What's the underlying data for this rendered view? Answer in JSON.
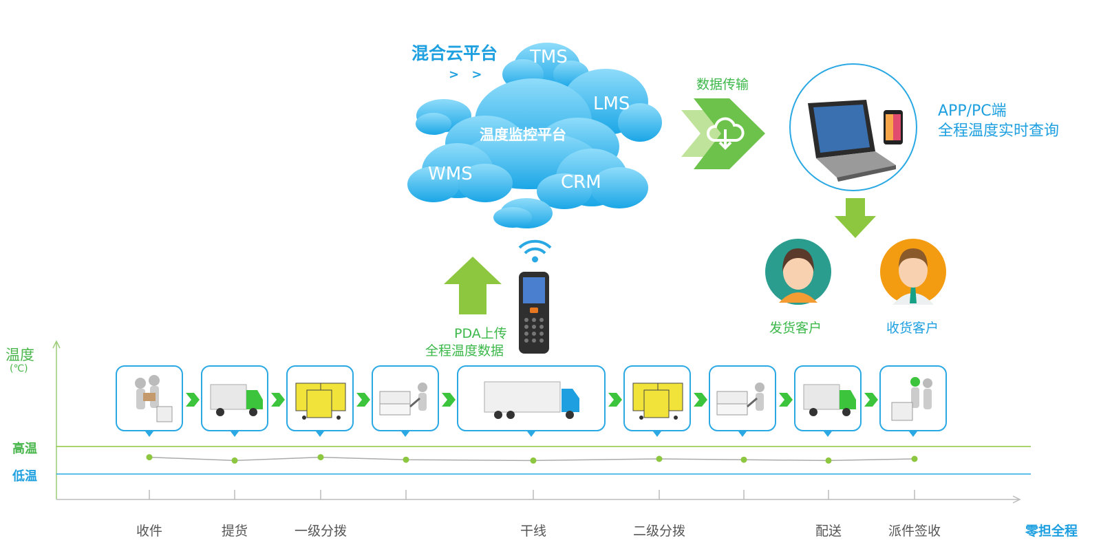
{
  "cloud": {
    "title": "混合云平台",
    "title_arrows": "> >",
    "center": "温度监控平台",
    "systems": [
      "TMS",
      "LMS",
      "WMS",
      "CRM"
    ]
  },
  "transfer": {
    "label": "数据传输"
  },
  "app": {
    "line1": "APP/PC端",
    "line2": "全程温度实时查询"
  },
  "customers": {
    "sender": "发货客户",
    "receiver": "收货客户"
  },
  "pda": {
    "line1": "PDA上传",
    "line2": "全程温度数据"
  },
  "axis": {
    "y_title": "温度",
    "y_unit": "(℃)",
    "high_label": "高温",
    "low_label": "低温",
    "x_end_label": "零担全程"
  },
  "stages": [
    {
      "name": "收件",
      "icon": "courier-handover-icon"
    },
    {
      "name": "提货",
      "icon": "small-truck-icon"
    },
    {
      "name": "一级分拨",
      "icon": "cage-trolley-icon"
    },
    {
      "name": "",
      "icon": "pallet-jack-icon"
    },
    {
      "name": "干线",
      "icon": "semi-truck-icon"
    },
    {
      "name": "二级分拨",
      "icon": "cage-trolley-icon"
    },
    {
      "name": "",
      "icon": "pallet-jack-icon"
    },
    {
      "name": "配送",
      "icon": "small-truck-icon"
    },
    {
      "name": "派件签收",
      "icon": "delivery-signoff-icon"
    }
  ],
  "chart_data": {
    "type": "line",
    "x": [
      "收件",
      "提货",
      "一级分拨",
      "",
      "干线",
      "二级分拨",
      "",
      "配送",
      "派件签收"
    ],
    "y_relative": [
      0.61,
      0.49,
      0.61,
      0.52,
      0.49,
      0.55,
      0.52,
      0.49,
      0.55
    ],
    "bands": {
      "high": "高温",
      "low": "低温"
    }
  },
  "colors": {
    "green": "#48b64a",
    "blue": "#1ea0e0",
    "cloud_blue": "#2cb6ec",
    "arrow_green": "#8dc63f"
  }
}
